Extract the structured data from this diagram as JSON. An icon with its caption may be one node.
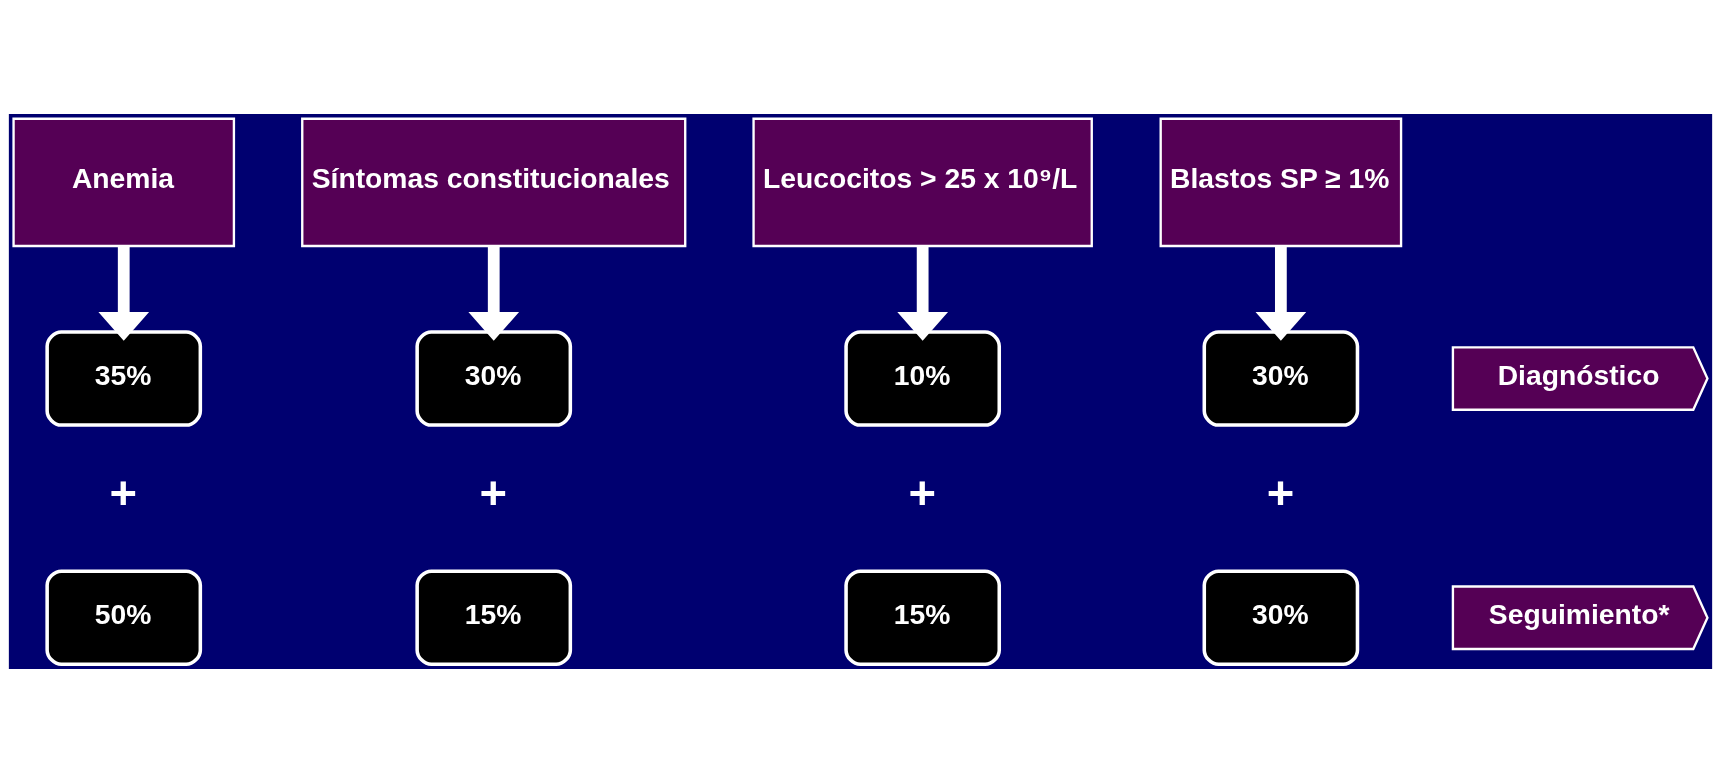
{
  "diagram": {
    "nodes": [
      {
        "text": [
          "Anemia"
        ]
      },
      {
        "text": [
          "Síntomas constitucionales"
        ]
      },
      {
        "text": [
          "Leucocitos > 25 x 10⁹/L"
        ]
      },
      {
        "text": [
          "Blastos SP ≥ 1%"
        ]
      },
      {
        "text": [
          "Diagnóstico"
        ]
      },
      {
        "text": [
          "35%"
        ]
      },
      {
        "text": [
          "30%"
        ]
      },
      {
        "text": [
          "10%"
        ]
      },
      {
        "text": [
          "30%"
        ]
      },
      {
        "text": [
          "Seguimiento*"
        ]
      },
      {
        "text": [
          "50%"
        ]
      },
      {
        "text": [
          "15%"
        ]
      },
      {
        "text": [
          "15%"
        ]
      },
      {
        "text": [
          "30%"
        ]
      }
    ],
    "edges": [
      {
        "from": 0,
        "to": 5,
        "arrow": "to"
      },
      {
        "from": 1,
        "to": 6,
        "arrow": "to"
      },
      {
        "from": 2,
        "to": 7,
        "arrow": "to"
      },
      {
        "from": 3,
        "to": 8,
        "arrow": "to"
      }
    ],
    "labels": [
      "+",
      "+",
      "+",
      "+"
    ]
  }
}
